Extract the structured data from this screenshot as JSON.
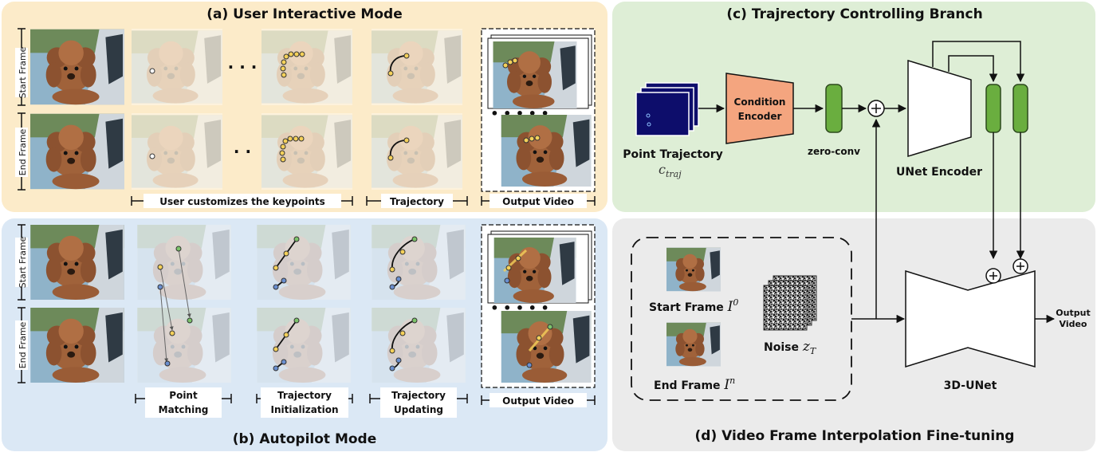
{
  "panels": {
    "a": {
      "title": "(a) User Interactive Mode",
      "color": "#fcebc9"
    },
    "b": {
      "title": "(b) Autopilot Mode",
      "color": "#dbe8f5"
    },
    "c": {
      "title": "(c) Trajrectory Controlling Branch",
      "color": "#deeed6"
    },
    "d": {
      "title": "(d) Video Frame Interpolation Fine-tuning",
      "color": "#ebebeb"
    }
  },
  "side_labels": {
    "start": "Start Frame",
    "end": "End Frame"
  },
  "panel_a": {
    "bracket_customize": "User customizes the keypoints",
    "bracket_trajectory": "Trajectory",
    "bracket_output": "Output Video"
  },
  "panel_b": {
    "point_matching": [
      "Point",
      "Matching"
    ],
    "traj_init": [
      "Trajectory",
      "Initialization"
    ],
    "traj_update": [
      "Trajectory",
      "Updating"
    ],
    "bracket_output": "Output Video"
  },
  "panel_c": {
    "point_trajectory": "Point Trajectory",
    "c_traj_base": "c",
    "c_traj_sub": "traj",
    "condition_encoder": [
      "Condition",
      "Encoder"
    ],
    "zero_conv": "zero-conv",
    "unet_encoder": "UNet Encoder"
  },
  "panel_d": {
    "start_frame_label": "Start Frame",
    "start_frame_sym": "I",
    "start_frame_sup": "0",
    "end_frame_label": "End Frame",
    "end_frame_sym": "I",
    "end_frame_sup": "n",
    "noise_label": "Noise",
    "noise_sym": "z",
    "noise_sub": "T",
    "unet3d": "3D-UNet",
    "output": [
      "Output",
      "Video"
    ]
  },
  "colors": {
    "encoder": "#f4a57f",
    "zero_conv": "#6aae3f",
    "trajectory_blue": "#1a1a8c",
    "dog_brown": "#a0623a",
    "car_bg": "#8fb3c9"
  }
}
